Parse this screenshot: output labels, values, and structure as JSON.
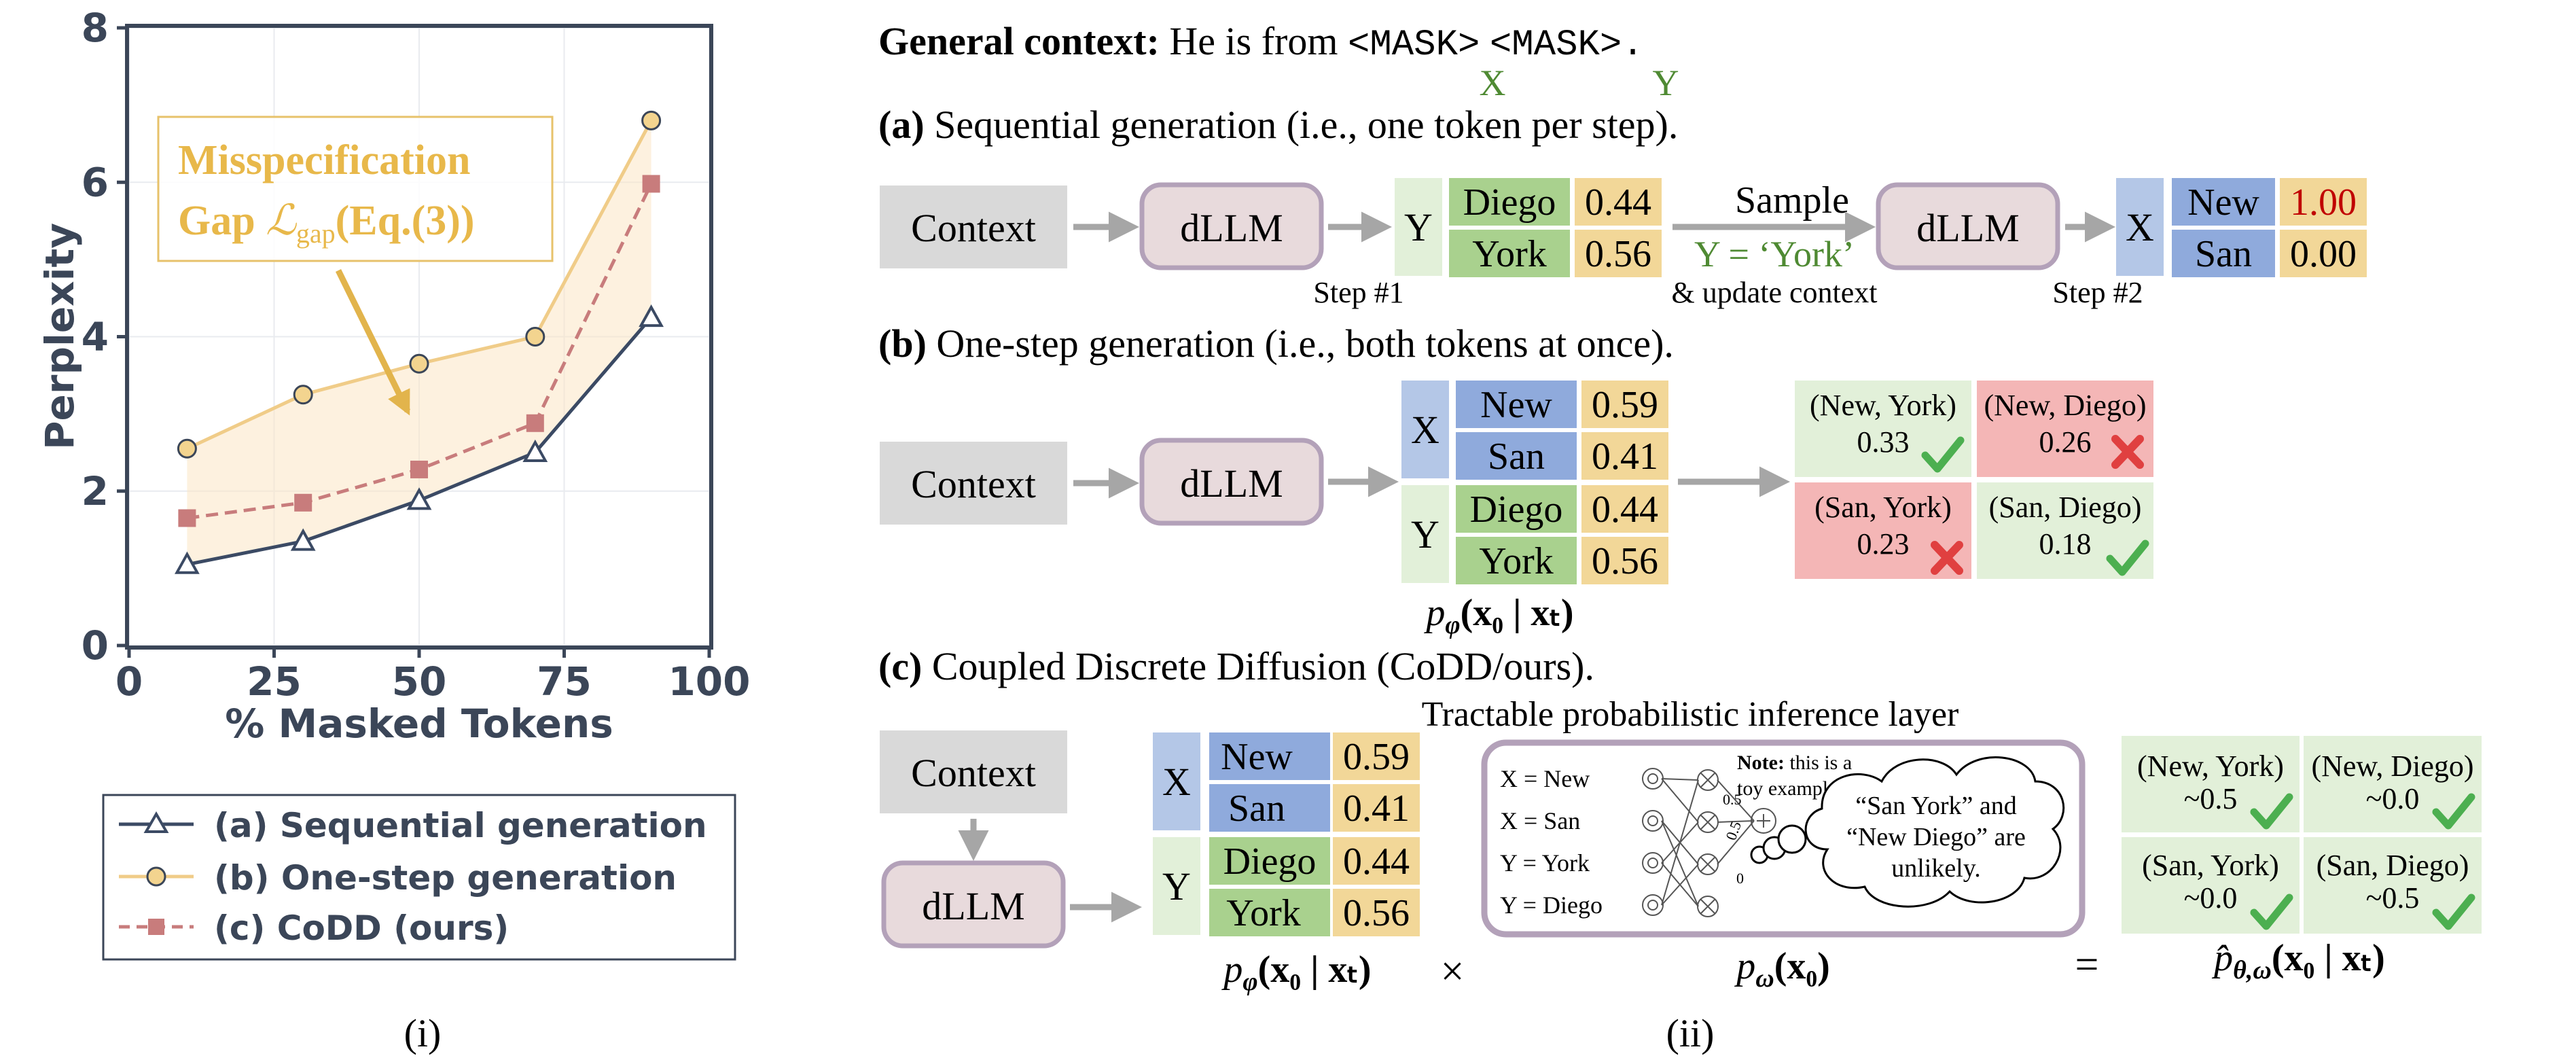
{
  "panel_i": {
    "caption": "(i)",
    "chart_data": {
      "type": "line",
      "xlabel": "% Masked Tokens",
      "ylabel": "Perplexity",
      "x": [
        10,
        30,
        50,
        70,
        90
      ],
      "xlim": [
        0,
        100
      ],
      "ylim": [
        0,
        8
      ],
      "xticks": [
        "0",
        "25",
        "50",
        "75",
        "100"
      ],
      "yticks": [
        "0",
        "2",
        "4",
        "6",
        "8"
      ],
      "grid": true,
      "legend_position": "below",
      "series": [
        {
          "name": "(a) Sequential generation",
          "values": [
            1.05,
            1.35,
            1.88,
            2.5,
            4.25
          ],
          "color": "#3b4a64",
          "marker": "triangle"
        },
        {
          "name": "(b) One-step generation",
          "values": [
            2.55,
            3.25,
            3.65,
            4.0,
            6.8
          ],
          "color": "#f0cc88",
          "marker": "circle"
        },
        {
          "name": "(c) CoDD (ours)",
          "values": [
            1.65,
            1.85,
            2.28,
            2.88,
            5.98
          ],
          "color": "#c87c7c",
          "marker": "square"
        }
      ],
      "annotation": {
        "line1": "Misspecification",
        "line2_a": "Gap ",
        "line2_b": "ℒ",
        "line2_sub": "gap",
        "line2_c": "(Eq.(3))"
      }
    }
  },
  "panel_ii": {
    "caption": "(ii)",
    "general_context": {
      "label": "General context:",
      "text": "He is from",
      "mask1": "<MASK>",
      "mask2": "<MASK>.",
      "var1": "X",
      "var2": "Y"
    },
    "section_a": {
      "tag": "(a)",
      "text": "Sequential generation (i.e., one token per step).",
      "context": "Context",
      "model": "dLLM",
      "var_y": "Y",
      "tokens_y": [
        {
          "token": "Diego",
          "prob": "0.44"
        },
        {
          "token": "York",
          "prob": "0.56"
        }
      ],
      "step1": "Step #1",
      "sample": "Sample",
      "sample_eq": "Y = ‘York’",
      "update": "& update context",
      "model2": "dLLM",
      "var_x": "X",
      "tokens_x": [
        {
          "token": "New",
          "prob": "1.00"
        },
        {
          "token": "San",
          "prob": "0.00"
        }
      ],
      "step2": "Step #2"
    },
    "section_b": {
      "tag": "(b)",
      "text": "One-step generation (i.e., both tokens at once).",
      "context": "Context",
      "model": "dLLM",
      "var_x": "X",
      "var_y": "Y",
      "tokens_x": [
        {
          "token": "New",
          "prob": "0.59"
        },
        {
          "token": "San",
          "prob": "0.41"
        }
      ],
      "tokens_y": [
        {
          "token": "Diego",
          "prob": "0.44"
        },
        {
          "token": "York",
          "prob": "0.56"
        }
      ],
      "formula": {
        "p": "p",
        "sub": "φ",
        "args": "(x₀ | xₜ)"
      },
      "outcomes": [
        {
          "pair": "(New, York)",
          "value": "0.33",
          "ok": true
        },
        {
          "pair": "(New, Diego)",
          "value": "0.26",
          "ok": false
        },
        {
          "pair": "(San, York)",
          "value": "0.23",
          "ok": false
        },
        {
          "pair": "(San, Diego)",
          "value": "0.18",
          "ok": true
        }
      ]
    },
    "section_c": {
      "tag": "(c)",
      "text": "Coupled Discrete Diffusion (CoDD/ours).",
      "context": "Context",
      "model": "dLLM",
      "var_x": "X",
      "var_y": "Y",
      "tokens_x": [
        {
          "token": "New",
          "prob": "0.59"
        },
        {
          "token": "San",
          "prob": "0.41"
        }
      ],
      "tokens_y": [
        {
          "token": "Diego",
          "prob": "0.44"
        },
        {
          "token": "York",
          "prob": "0.56"
        }
      ],
      "formula1": {
        "p": "p",
        "sub": "φ",
        "args": "(x₀ | xₜ)"
      },
      "times": "×",
      "layer_title": "Tractable probabilistic inference layer",
      "layer_inputs": [
        "X = New",
        "X = San",
        "Y = York",
        "Y = Diego"
      ],
      "weights": [
        "0.5",
        "0.5",
        "0"
      ],
      "note_label": "Note:",
      "note_rest": "this is a",
      "note_line2": "toy example.",
      "cloud": [
        "“San York” and",
        "“New Diego” are",
        "unlikely."
      ],
      "formula2": {
        "p": "p",
        "sub": "ω",
        "args": "(x₀)"
      },
      "equals": "=",
      "formula3": {
        "p": "p̂",
        "sub": "θ,ω",
        "args": "(x₀ | xₜ)"
      },
      "outcomes": [
        {
          "pair": "(New, York)",
          "value": "~0.5",
          "ok": true
        },
        {
          "pair": "(New, Diego)",
          "value": "~0.0",
          "ok": true
        },
        {
          "pair": "(San, York)",
          "value": "~0.0",
          "ok": true
        },
        {
          "pair": "(San, Diego)",
          "value": "~0.5",
          "ok": true
        }
      ]
    }
  }
}
